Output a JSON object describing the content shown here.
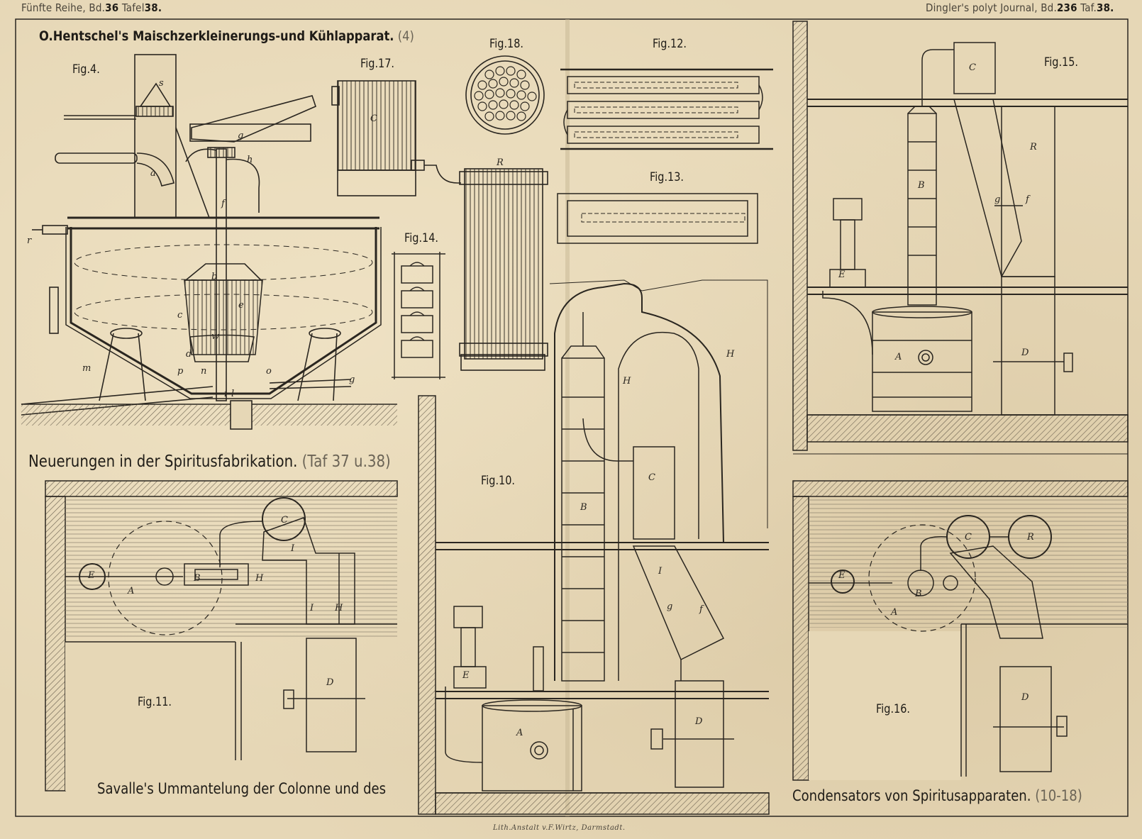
{
  "header": {
    "left_prefix": "Fünfte Reihe, Bd.",
    "left_vol": "36",
    "left_tafel_word": "Tafel",
    "left_tafel": "38.",
    "right_prefix": "Dingler's polyt Journal, Bd.",
    "right_vol": "236",
    "right_taf_word": "Taf.",
    "right_taf": "38."
  },
  "section_top": {
    "title": "O.Hentschel's Maischzerkleinerungs-und Kühlapparat.",
    "paren": "(4)"
  },
  "section_main": {
    "title": "Neuerungen in der Spiritusfabrikation.",
    "paren": "(Taf 37 u.38)"
  },
  "footer_left": "Savalle's Ummantelung der Colonne und des",
  "footer_right": {
    "text": "Condensators von Spiritusapparaten.",
    "paren": "(10-18)"
  },
  "printer": "Lith.Anstalt v.F.Wirtz, Darmstadt.",
  "figures": {
    "fig4": "Fig.4.",
    "fig10": "Fig.10.",
    "fig11": "Fig.11.",
    "fig12": "Fig.12.",
    "fig13": "Fig.13.",
    "fig14": "Fig.14.",
    "fig15": "Fig.15.",
    "fig16": "Fig.16.",
    "fig17": "Fig.17.",
    "fig18": "Fig.18."
  },
  "letters": {
    "fig4": [
      "s",
      "a",
      "g",
      "h",
      "f",
      "r",
      "b",
      "c",
      "e",
      "w",
      "d",
      "m",
      "p",
      "n",
      "i",
      "l",
      "o",
      "g"
    ],
    "fig17": [
      "C"
    ],
    "fig_r": [
      "R"
    ],
    "fig15": [
      "C",
      "R",
      "B",
      "g",
      "f",
      "E",
      "A",
      "D"
    ],
    "fig10": [
      "H",
      "H",
      "C",
      "B",
      "I",
      "g",
      "f",
      "E",
      "A",
      "D"
    ],
    "fig11": [
      "C",
      "I",
      "E",
      "A",
      "B",
      "H",
      "I",
      "H",
      "D"
    ],
    "fig16": [
      "C",
      "R",
      "E",
      "B",
      "A",
      "D"
    ]
  },
  "colors": {
    "paper": "#e6d7b6",
    "ink": "#2a2620",
    "hatch": "#6a6050"
  }
}
